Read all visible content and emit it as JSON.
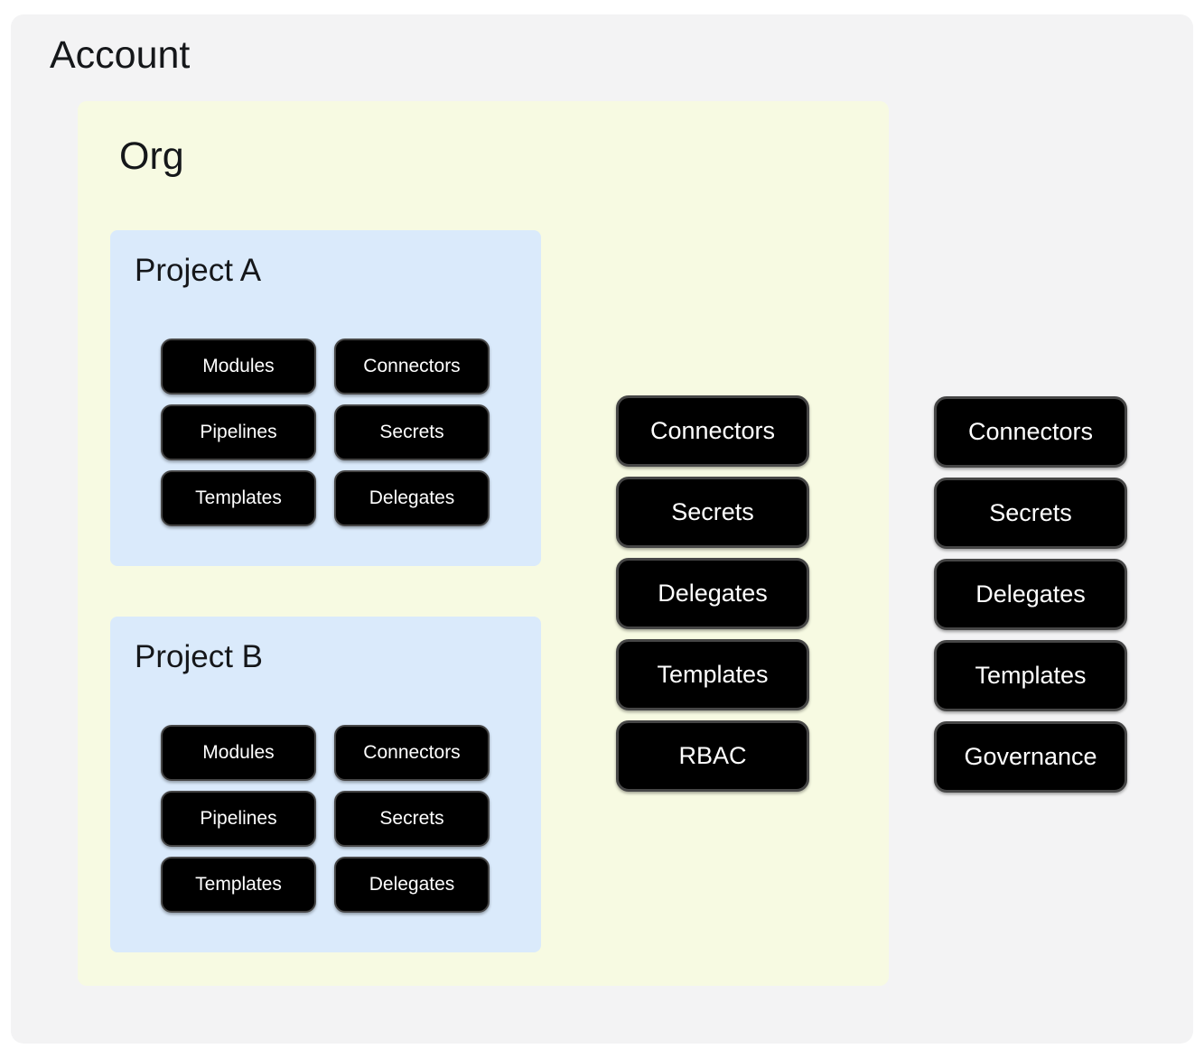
{
  "diagram": {
    "description": "Nested scope hierarchy diagram: Account contains Org, Org contains Project A and Project B; each scope level has its own resource nodes."
  },
  "colors": {
    "page_bg": "#ffffff",
    "account_bg": "#f3f3f4",
    "org_bg": "#f7fae2",
    "project_bg": "#daeafb",
    "pill_bg": "#000000",
    "pill_border": "#464646",
    "pill_text": "#ffffff",
    "title_text": "#15171a"
  },
  "account": {
    "title": "Account",
    "pills": [
      "Connectors",
      "Secrets",
      "Delegates",
      "Templates",
      "Governance"
    ]
  },
  "org": {
    "title": "Org",
    "pills": [
      "Connectors",
      "Secrets",
      "Delegates",
      "Templates",
      "RBAC"
    ],
    "projects": [
      {
        "title": "Project A",
        "pills": [
          "Modules",
          "Connectors",
          "Pipelines",
          "Secrets",
          "Templates",
          "Delegates"
        ]
      },
      {
        "title": "Project B",
        "pills": [
          "Modules",
          "Connectors",
          "Pipelines",
          "Secrets",
          "Templates",
          "Delegates"
        ]
      }
    ]
  }
}
